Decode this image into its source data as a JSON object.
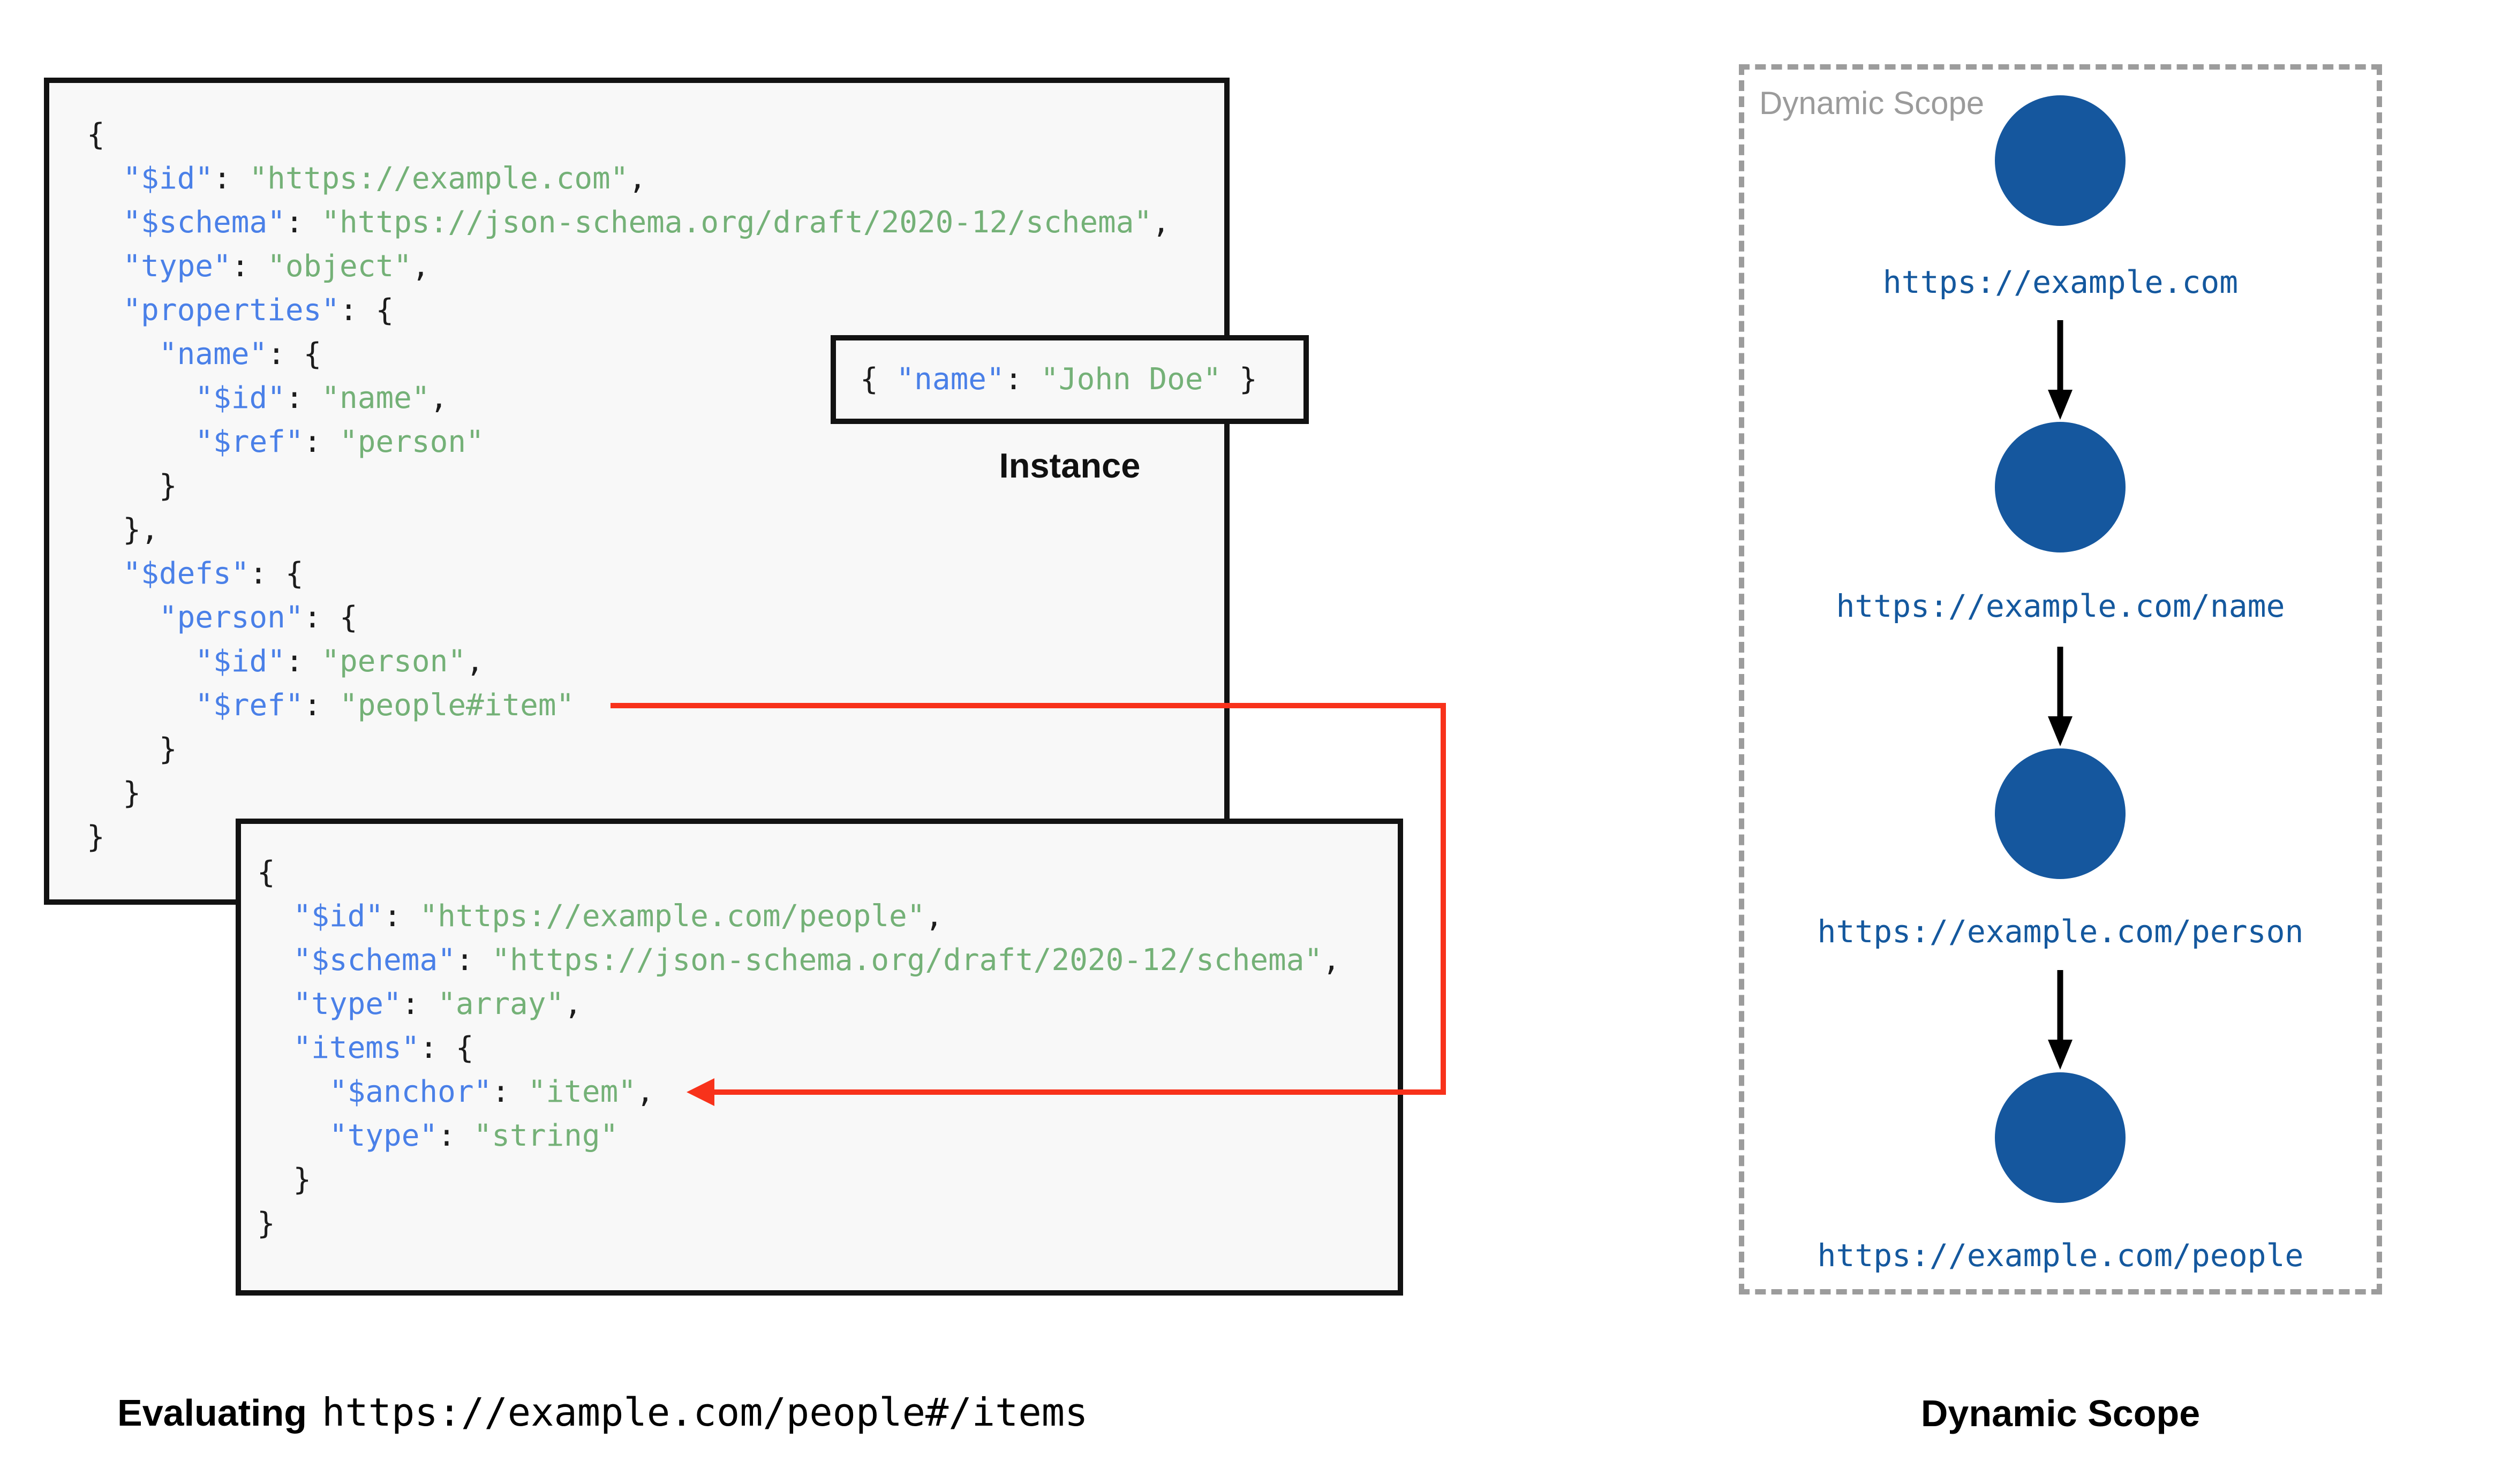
{
  "colors": {
    "key": "#4a80e8",
    "string": "#74b177",
    "punct": "#1c1c1c",
    "box_border": "#121212",
    "box_bg": "#f8f8f8",
    "red": "#f8321b",
    "circle": "#15579e",
    "url_text": "#14589e",
    "scope_border": "#9c9c9c",
    "scope_label": "#9b9b9b"
  },
  "schema_a": {
    "lines": [
      [
        [
          "p",
          "{"
        ]
      ],
      [
        [
          "p",
          "  "
        ],
        [
          "k",
          "\"$id\""
        ],
        [
          "p",
          ": "
        ],
        [
          "s",
          "\"https://example.com\""
        ],
        [
          "p",
          ","
        ]
      ],
      [
        [
          "p",
          "  "
        ],
        [
          "k",
          "\"$schema\""
        ],
        [
          "p",
          ": "
        ],
        [
          "s",
          "\"https://json-schema.org/draft/2020-12/schema\""
        ],
        [
          "p",
          ","
        ]
      ],
      [
        [
          "p",
          "  "
        ],
        [
          "k",
          "\"type\""
        ],
        [
          "p",
          ": "
        ],
        [
          "s",
          "\"object\""
        ],
        [
          "p",
          ","
        ]
      ],
      [
        [
          "p",
          "  "
        ],
        [
          "k",
          "\"properties\""
        ],
        [
          "p",
          ": {"
        ]
      ],
      [
        [
          "p",
          "    "
        ],
        [
          "k",
          "\"name\""
        ],
        [
          "p",
          ": {"
        ]
      ],
      [
        [
          "p",
          "      "
        ],
        [
          "k",
          "\"$id\""
        ],
        [
          "p",
          ": "
        ],
        [
          "s",
          "\"name\""
        ],
        [
          "p",
          ","
        ]
      ],
      [
        [
          "p",
          "      "
        ],
        [
          "k",
          "\"$ref\""
        ],
        [
          "p",
          ": "
        ],
        [
          "s",
          "\"person\""
        ]
      ],
      [
        [
          "p",
          "    }"
        ]
      ],
      [
        [
          "p",
          "  },"
        ]
      ],
      [
        [
          "p",
          "  "
        ],
        [
          "k",
          "\"$defs\""
        ],
        [
          "p",
          ": {"
        ]
      ],
      [
        [
          "p",
          "    "
        ],
        [
          "k",
          "\"person\""
        ],
        [
          "p",
          ": {"
        ]
      ],
      [
        [
          "p",
          "      "
        ],
        [
          "k",
          "\"$id\""
        ],
        [
          "p",
          ": "
        ],
        [
          "s",
          "\"person\""
        ],
        [
          "p",
          ","
        ]
      ],
      [
        [
          "p",
          "      "
        ],
        [
          "k",
          "\"$ref\""
        ],
        [
          "p",
          ": "
        ],
        [
          "s",
          "\"people#item\""
        ]
      ],
      [
        [
          "p",
          "    }"
        ]
      ],
      [
        [
          "p",
          "  }"
        ]
      ],
      [
        [
          "p",
          "}"
        ]
      ]
    ]
  },
  "schema_b": {
    "lines": [
      [
        [
          "p",
          "{"
        ]
      ],
      [
        [
          "p",
          "  "
        ],
        [
          "k",
          "\"$id\""
        ],
        [
          "p",
          ": "
        ],
        [
          "s",
          "\"https://example.com/people\""
        ],
        [
          "p",
          ","
        ]
      ],
      [
        [
          "p",
          "  "
        ],
        [
          "k",
          "\"$schema\""
        ],
        [
          "p",
          ": "
        ],
        [
          "s",
          "\"https://json-schema.org/draft/2020-12/schema\""
        ],
        [
          "p",
          ","
        ]
      ],
      [
        [
          "p",
          "  "
        ],
        [
          "k",
          "\"type\""
        ],
        [
          "p",
          ": "
        ],
        [
          "s",
          "\"array\""
        ],
        [
          "p",
          ","
        ]
      ],
      [
        [
          "p",
          "  "
        ],
        [
          "k",
          "\"items\""
        ],
        [
          "p",
          ": {"
        ]
      ],
      [
        [
          "p",
          "    "
        ],
        [
          "k",
          "\"$anchor\""
        ],
        [
          "p",
          ": "
        ],
        [
          "s",
          "\"item\""
        ],
        [
          "p",
          ","
        ]
      ],
      [
        [
          "p",
          "    "
        ],
        [
          "k",
          "\"type\""
        ],
        [
          "p",
          ": "
        ],
        [
          "s",
          "\"string\""
        ]
      ],
      [
        [
          "p",
          "  }"
        ]
      ],
      [
        [
          "p",
          "}"
        ]
      ]
    ]
  },
  "instance": {
    "label": "Instance",
    "lines": [
      [
        [
          "p",
          "{ "
        ],
        [
          "k",
          "\"name\""
        ],
        [
          "p",
          ": "
        ],
        [
          "s",
          "\"John Doe\""
        ],
        [
          "p",
          " }"
        ]
      ]
    ]
  },
  "dynamic_scope": {
    "panel_label": "Dynamic Scope",
    "caption": "Dynamic Scope",
    "nodes": [
      {
        "url": "https://example.com"
      },
      {
        "url": "https://example.com/name"
      },
      {
        "url": "https://example.com/person"
      },
      {
        "url": "https://example.com/people"
      }
    ]
  },
  "captions": {
    "evaluating_prefix": "Evaluating",
    "evaluating_uri": "https://example.com/people#/items"
  }
}
